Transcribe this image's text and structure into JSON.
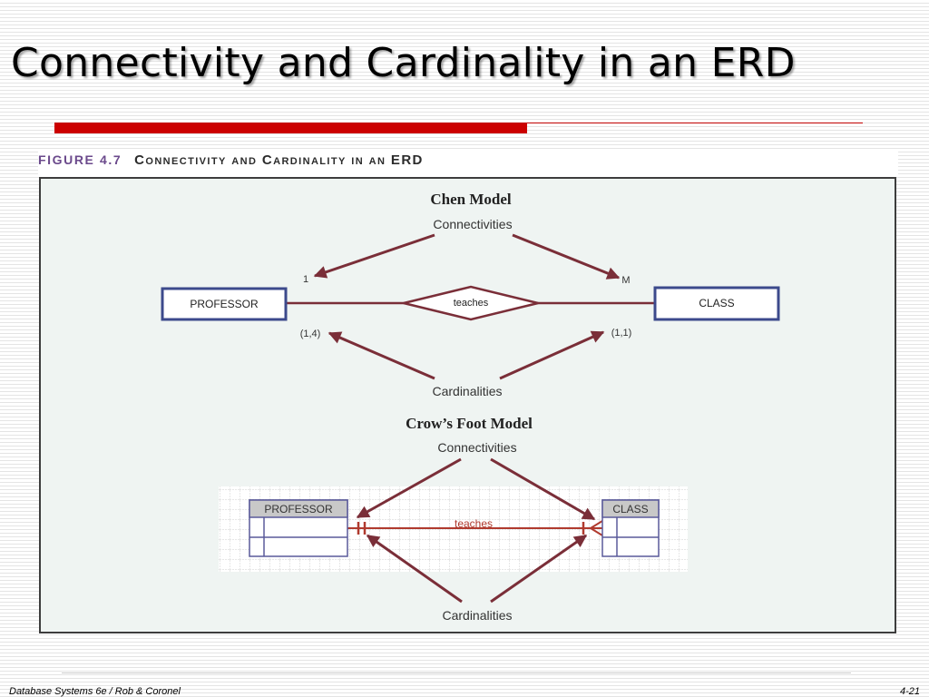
{
  "slide": {
    "title": "Connectivity and Cardinality in an ERD",
    "footer_left": "Database Systems 6e / Rob & Coronel",
    "footer_right": "4-21"
  },
  "figure": {
    "number": "FIGURE 4.7",
    "title": "Connectivity and Cardinality in an ERD"
  },
  "chen": {
    "heading": "Chen Model",
    "connectivities_label": "Connectivities",
    "cardinalities_label": "Cardinalities",
    "left_entity": "PROFESSOR",
    "right_entity": "CLASS",
    "relationship": "teaches",
    "left_connectivity": "1",
    "right_connectivity": "M",
    "left_cardinality": "(1,4)",
    "right_cardinality": "(1,1)"
  },
  "crowsfoot": {
    "heading": "Crow’s Foot Model",
    "connectivities_label": "Connectivities",
    "cardinalities_label": "Cardinalities",
    "left_entity": "PROFESSOR",
    "right_entity": "CLASS",
    "relationship": "teaches"
  },
  "colors": {
    "arrow": "#7a2e38",
    "entity_border": "#3c4a8c",
    "crow_line": "#b03a2e",
    "crow_entity_header": "#c8c8c8",
    "rule_red": "#cc0000"
  }
}
